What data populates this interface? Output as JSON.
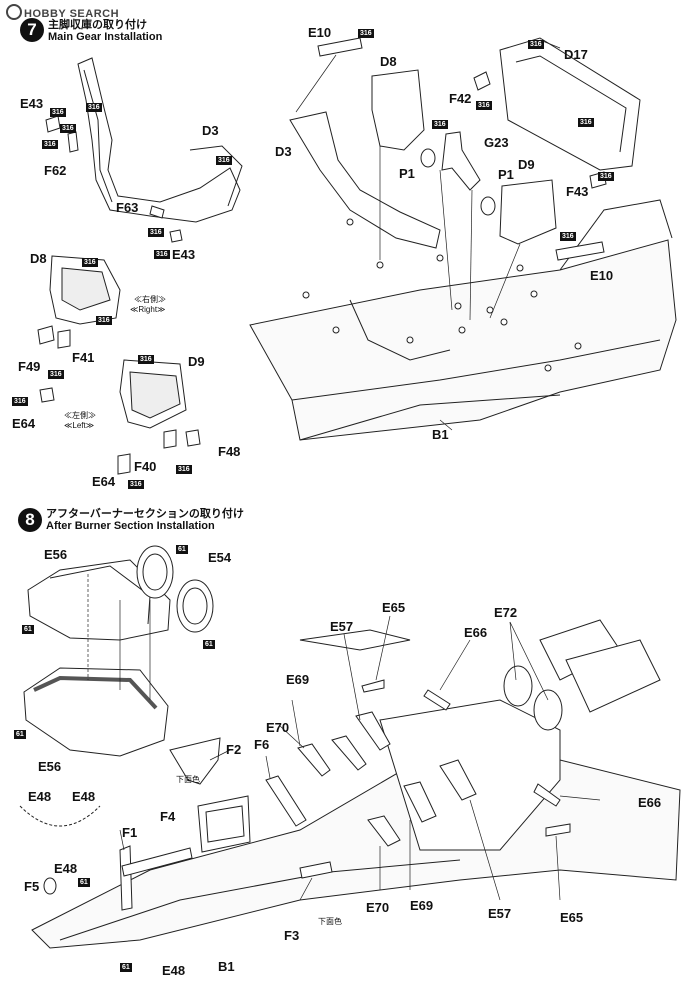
{
  "watermark": "HOBBY SEARCH",
  "step7": {
    "number": "7",
    "title_jp": "主脚収庫の取り付け",
    "title_en": "Main Gear Installation",
    "right_note": "≪右側≫",
    "right_note_en": "≪Right≫",
    "left_note": "≪左側≫",
    "left_note_en": "≪Left≫",
    "labels": [
      "E10",
      "D8",
      "D17",
      "F42",
      "E43",
      "D3",
      "D3",
      "G23",
      "P1",
      "P1",
      "D9",
      "F62",
      "F63",
      "E43",
      "F43",
      "E10",
      "B1",
      "D8",
      "F49",
      "F41",
      "D9",
      "E64",
      "F48",
      "F40",
      "E64"
    ]
  },
  "step8": {
    "number": "8",
    "title_jp": "アフターバーナーセクションの取り付け",
    "title_en": "After Burner Section Installation",
    "underside_note": "下面色",
    "labels": [
      "E56",
      "E54",
      "E56",
      "F2",
      "E48",
      "E48",
      "F4",
      "F6",
      "E70",
      "E69",
      "E57",
      "E65",
      "E66",
      "E72",
      "F1",
      "E48",
      "F5",
      "E48",
      "F3",
      "E70",
      "E69",
      "E57",
      "E65",
      "E66",
      "B1"
    ]
  },
  "paint_code": "316",
  "paint_code_61": "61"
}
